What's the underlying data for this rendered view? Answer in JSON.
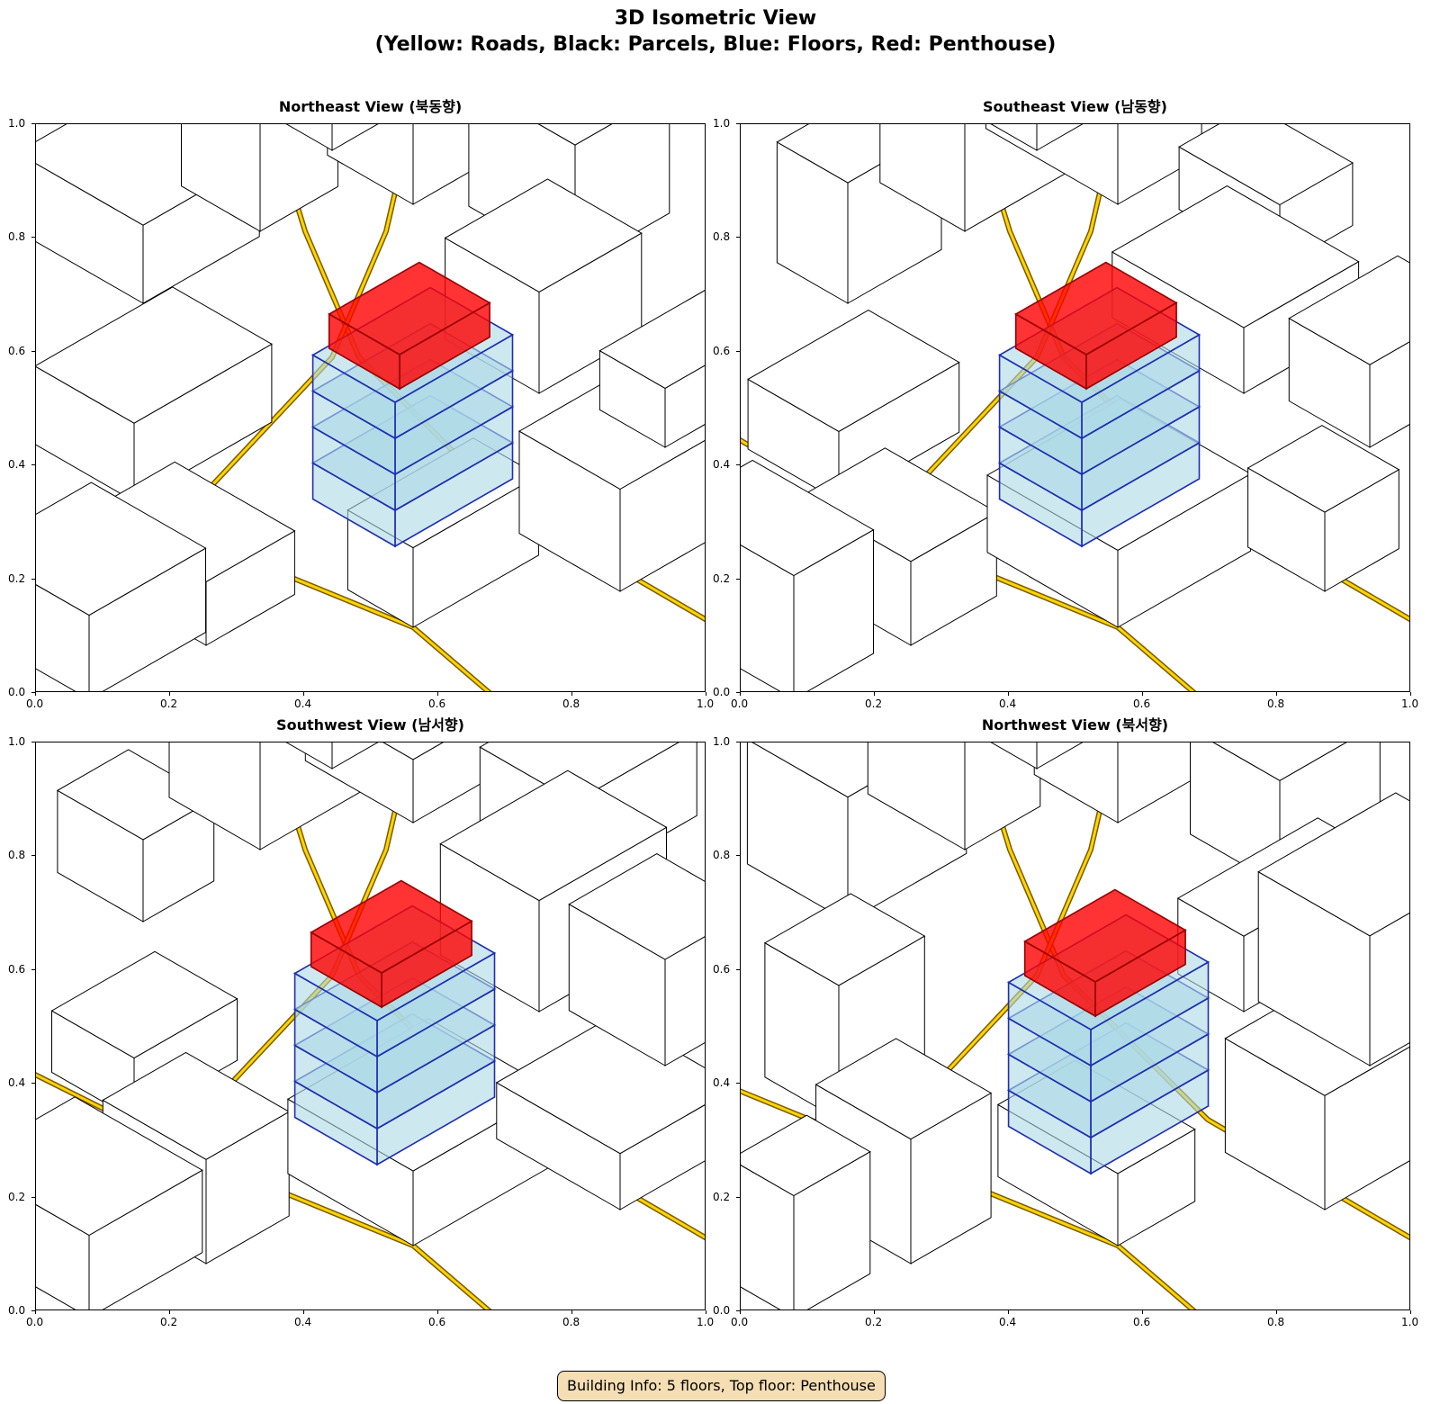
{
  "title_line1": "3D Isometric View",
  "title_line2": "(Yellow: Roads, Black: Parcels, Blue: Floors, Red: Penthouse)",
  "info_label": "Building Info: 5 floors, Top floor: Penthouse",
  "colors": {
    "roads": "#ffd400",
    "road_edge": "#7a5a00",
    "parcels": "#000000",
    "floor_fill": "#add8e6",
    "floor_edge": "#1f2fb0",
    "penthouse_fill": "#ff0000",
    "penthouse_edge": "#990000",
    "info_box": "#f5deb3"
  },
  "axis": {
    "x_ticks": [
      "0.0",
      "0.2",
      "0.4",
      "0.6",
      "0.8",
      "1.0"
    ],
    "y_ticks": [
      "0.0",
      "0.2",
      "0.4",
      "0.6",
      "0.8",
      "1.0"
    ],
    "xlim": [
      0,
      1
    ],
    "ylim": [
      0,
      1
    ]
  },
  "building": {
    "floors": 5,
    "top_floor": "Penthouse"
  },
  "views": [
    {
      "title": "Northeast View (북동향)"
    },
    {
      "title": "Southeast View (남동향)"
    },
    {
      "title": "Southwest View (남서향)"
    },
    {
      "title": "Northwest View (북서향)"
    }
  ]
}
